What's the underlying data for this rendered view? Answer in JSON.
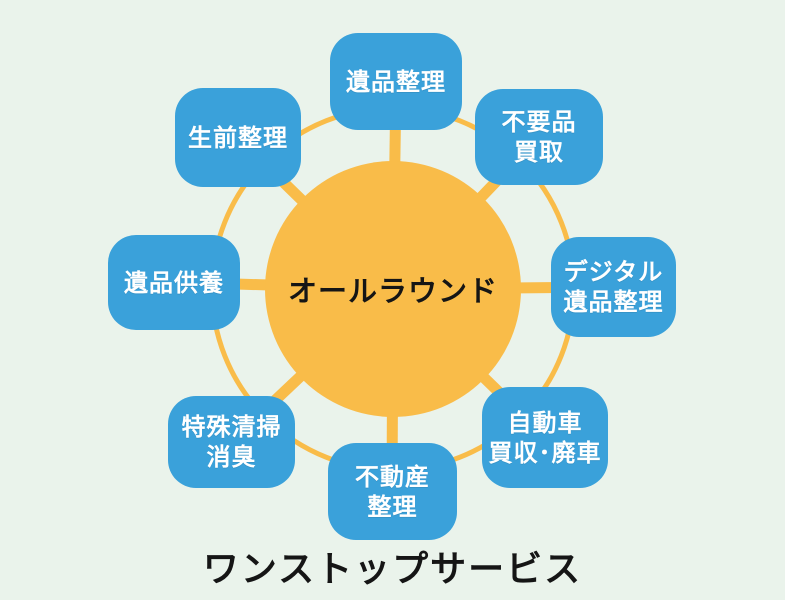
{
  "diagram": {
    "center": {
      "label": "オールラウンド"
    },
    "nodes": [
      {
        "id": "ihin-seiri",
        "label": "遺品整理"
      },
      {
        "id": "fuyouhin-kaitori",
        "label": "不要品\n買取"
      },
      {
        "id": "digital-ihin-seiri",
        "label": "デジタル\n遺品整理"
      },
      {
        "id": "car-buyback",
        "label": "自動車\n買収･廃車"
      },
      {
        "id": "fudousan-seiri",
        "label": "不動産\n整理"
      },
      {
        "id": "tokushu-seisou",
        "label": "特殊清掃\n消臭"
      },
      {
        "id": "ihin-kuyou",
        "label": "遺品供養"
      },
      {
        "id": "seizen-seiri",
        "label": "生前整理"
      }
    ],
    "title": "ワンストップサービス"
  },
  "colors": {
    "bg": "#EAF3EB",
    "node": "#3AA1DA",
    "accent": "#F9BC49",
    "node_text": "#FFFFFF",
    "center_text": "#151515",
    "title_text": "#151515"
  }
}
